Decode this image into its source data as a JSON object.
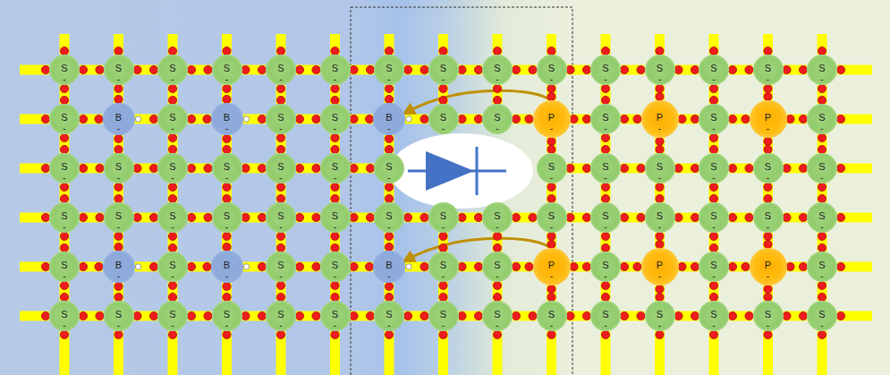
{
  "diagram": {
    "nodes": [
      {
        "text": [
          "S"
        ]
      },
      {
        "text": [
          "S"
        ]
      },
      {
        "text": [
          "S"
        ]
      },
      {
        "text": [
          "S"
        ]
      },
      {
        "text": [
          "S"
        ]
      },
      {
        "text": [
          "S"
        ]
      },
      {
        "text": [
          "S"
        ]
      },
      {
        "text": [
          "S"
        ]
      },
      {
        "text": [
          "S"
        ]
      },
      {
        "text": [
          "S"
        ]
      },
      {
        "text": [
          "S"
        ]
      },
      {
        "text": [
          "S"
        ]
      },
      {
        "text": [
          "S"
        ]
      },
      {
        "text": [
          "S"
        ]
      },
      {
        "text": [
          "S"
        ]
      },
      {
        "text": [
          "S"
        ]
      },
      {
        "text": [
          "B"
        ]
      },
      {
        "text": [
          "S"
        ]
      },
      {
        "text": [
          "B"
        ]
      },
      {
        "text": [
          "S"
        ]
      },
      {
        "text": [
          "S"
        ]
      },
      {
        "text": [
          "B"
        ]
      },
      {
        "text": [
          "S"
        ]
      },
      {
        "text": [
          "S"
        ]
      },
      {
        "text": [
          "P"
        ]
      },
      {
        "text": [
          "S"
        ]
      },
      {
        "text": [
          "P"
        ]
      },
      {
        "text": [
          "S"
        ]
      },
      {
        "text": [
          "P"
        ]
      },
      {
        "text": [
          "S"
        ]
      },
      {
        "text": [
          "S"
        ]
      },
      {
        "text": [
          "S"
        ]
      },
      {
        "text": [
          "S"
        ]
      },
      {
        "text": [
          "S"
        ]
      },
      {
        "text": [
          "S"
        ]
      },
      {
        "text": [
          "S"
        ]
      },
      {
        "text": [
          "S"
        ]
      },
      {
        "text": [
          "S"
        ]
      },
      {
        "text": [
          "S"
        ]
      },
      {
        "text": [
          "S"
        ]
      },
      {
        "text": [
          "S"
        ]
      },
      {
        "text": [
          "S"
        ]
      },
      {
        "text": [
          "S"
        ]
      },
      {
        "text": [
          "S"
        ]
      },
      {
        "text": [
          "S"
        ]
      },
      {
        "text": [
          "S"
        ]
      },
      {
        "text": [
          "S"
        ]
      },
      {
        "text": [
          "S"
        ]
      },
      {
        "text": [
          "S"
        ]
      },
      {
        "text": [
          "S"
        ]
      },
      {
        "text": [
          "S"
        ]
      },
      {
        "text": [
          "S"
        ]
      },
      {
        "text": [
          "S"
        ]
      },
      {
        "text": [
          "S"
        ]
      },
      {
        "text": [
          "S"
        ]
      },
      {
        "text": [
          "S"
        ]
      },
      {
        "text": [
          "S"
        ]
      },
      {
        "text": [
          "S"
        ]
      },
      {
        "text": [
          "S"
        ]
      },
      {
        "text": [
          "B"
        ]
      },
      {
        "text": [
          "S"
        ]
      },
      {
        "text": [
          "B"
        ]
      },
      {
        "text": [
          "S"
        ]
      },
      {
        "text": [
          "S"
        ]
      },
      {
        "text": [
          "B"
        ]
      },
      {
        "text": [
          "S"
        ]
      },
      {
        "text": [
          "S"
        ]
      },
      {
        "text": [
          "P"
        ]
      },
      {
        "text": [
          "S"
        ]
      },
      {
        "text": [
          "P"
        ]
      },
      {
        "text": [
          "S"
        ]
      },
      {
        "text": [
          "P"
        ]
      },
      {
        "text": [
          "S"
        ]
      },
      {
        "text": [
          "S"
        ]
      },
      {
        "text": [
          "S"
        ]
      },
      {
        "text": [
          "S"
        ]
      },
      {
        "text": [
          "S"
        ]
      },
      {
        "text": [
          "S"
        ]
      },
      {
        "text": [
          "S"
        ]
      },
      {
        "text": [
          "S"
        ]
      },
      {
        "text": [
          "S"
        ]
      },
      {
        "text": [
          "S"
        ]
      },
      {
        "text": [
          "S"
        ]
      },
      {
        "text": [
          "S"
        ]
      },
      {
        "text": [
          "S"
        ]
      },
      {
        "text": [
          "S"
        ]
      },
      {
        "text": [
          "S"
        ]
      },
      {
        "text": [
          "S"
        ]
      }
    ],
    "edges": [
      {
        "from": 0,
        "to": 1,
        "arrow": "none"
      },
      {
        "from": 1,
        "to": 2,
        "arrow": "none"
      },
      {
        "from": 2,
        "to": 3,
        "arrow": "none"
      },
      {
        "from": 3,
        "to": 4,
        "arrow": "none"
      },
      {
        "from": 4,
        "to": 5,
        "arrow": "none"
      },
      {
        "from": 5,
        "to": 6,
        "arrow": "none"
      },
      {
        "from": 6,
        "to": 7,
        "arrow": "none"
      },
      {
        "from": 7,
        "to": 8,
        "arrow": "none"
      },
      {
        "from": 8,
        "to": 9,
        "arrow": "none"
      },
      {
        "from": 9,
        "to": 10,
        "arrow": "none"
      },
      {
        "from": 10,
        "to": 11,
        "arrow": "none"
      },
      {
        "from": 11,
        "to": 12,
        "arrow": "none"
      },
      {
        "from": 12,
        "to": 13,
        "arrow": "none"
      },
      {
        "from": 13,
        "to": 14,
        "arrow": "none"
      },
      {
        "from": 15,
        "to": 16,
        "arrow": "none"
      },
      {
        "from": 16,
        "to": 17,
        "arrow": "none"
      },
      {
        "from": 17,
        "to": 18,
        "arrow": "none"
      },
      {
        "from": 18,
        "to": 19,
        "arrow": "none"
      },
      {
        "from": 19,
        "to": 20,
        "arrow": "none"
      },
      {
        "from": 20,
        "to": 21,
        "arrow": "none"
      },
      {
        "from": 21,
        "to": 22,
        "arrow": "none"
      },
      {
        "from": 22,
        "to": 23,
        "arrow": "none"
      },
      {
        "from": 23,
        "to": 24,
        "arrow": "none"
      },
      {
        "from": 24,
        "to": 25,
        "arrow": "none"
      },
      {
        "from": 25,
        "to": 26,
        "arrow": "none"
      },
      {
        "from": 26,
        "to": 27,
        "arrow": "none"
      },
      {
        "from": 27,
        "to": 28,
        "arrow": "none"
      },
      {
        "from": 28,
        "to": 29,
        "arrow": "none"
      },
      {
        "from": 30,
        "to": 31,
        "arrow": "none"
      },
      {
        "from": 31,
        "to": 32,
        "arrow": "none"
      },
      {
        "from": 32,
        "to": 33,
        "arrow": "none"
      },
      {
        "from": 33,
        "to": 34,
        "arrow": "none"
      },
      {
        "from": 34,
        "to": 35,
        "arrow": "none"
      },
      {
        "from": 35,
        "to": 36,
        "arrow": "none"
      },
      {
        "from": 37,
        "to": 38,
        "arrow": "none"
      },
      {
        "from": 38,
        "to": 39,
        "arrow": "none"
      },
      {
        "from": 39,
        "to": 40,
        "arrow": "none"
      },
      {
        "from": 40,
        "to": 41,
        "arrow": "none"
      },
      {
        "from": 41,
        "to": 42,
        "arrow": "none"
      },
      {
        "from": 43,
        "to": 44,
        "arrow": "none"
      },
      {
        "from": 44,
        "to": 45,
        "arrow": "none"
      },
      {
        "from": 45,
        "to": 46,
        "arrow": "none"
      },
      {
        "from": 46,
        "to": 47,
        "arrow": "none"
      },
      {
        "from": 47,
        "to": 48,
        "arrow": "none"
      },
      {
        "from": 48,
        "to": 49,
        "arrow": "none"
      },
      {
        "from": 49,
        "to": 50,
        "arrow": "none"
      },
      {
        "from": 50,
        "to": 51,
        "arrow": "none"
      },
      {
        "from": 51,
        "to": 52,
        "arrow": "none"
      },
      {
        "from": 52,
        "to": 53,
        "arrow": "none"
      },
      {
        "from": 53,
        "to": 54,
        "arrow": "none"
      },
      {
        "from": 54,
        "to": 55,
        "arrow": "none"
      },
      {
        "from": 55,
        "to": 56,
        "arrow": "none"
      },
      {
        "from": 56,
        "to": 57,
        "arrow": "none"
      },
      {
        "from": 58,
        "to": 59,
        "arrow": "none"
      },
      {
        "from": 59,
        "to": 60,
        "arrow": "none"
      },
      {
        "from": 60,
        "to": 61,
        "arrow": "none"
      },
      {
        "from": 61,
        "to": 62,
        "arrow": "none"
      },
      {
        "from": 62,
        "to": 63,
        "arrow": "none"
      },
      {
        "from": 63,
        "to": 64,
        "arrow": "none"
      },
      {
        "from": 64,
        "to": 65,
        "arrow": "none"
      },
      {
        "from": 65,
        "to": 66,
        "arrow": "none"
      },
      {
        "from": 66,
        "to": 67,
        "arrow": "none"
      },
      {
        "from": 67,
        "to": 68,
        "arrow": "none"
      },
      {
        "from": 68,
        "to": 69,
        "arrow": "none"
      },
      {
        "from": 69,
        "to": 70,
        "arrow": "none"
      },
      {
        "from": 70,
        "to": 71,
        "arrow": "none"
      },
      {
        "from": 71,
        "to": 72,
        "arrow": "none"
      },
      {
        "from": 73,
        "to": 74,
        "arrow": "none"
      },
      {
        "from": 74,
        "to": 75,
        "arrow": "none"
      },
      {
        "from": 75,
        "to": 76,
        "arrow": "none"
      },
      {
        "from": 76,
        "to": 77,
        "arrow": "none"
      },
      {
        "from": 77,
        "to": 78,
        "arrow": "none"
      },
      {
        "from": 78,
        "to": 79,
        "arrow": "none"
      },
      {
        "from": 79,
        "to": 80,
        "arrow": "none"
      },
      {
        "from": 80,
        "to": 81,
        "arrow": "none"
      },
      {
        "from": 81,
        "to": 82,
        "arrow": "none"
      },
      {
        "from": 82,
        "to": 83,
        "arrow": "none"
      },
      {
        "from": 83,
        "to": 84,
        "arrow": "none"
      },
      {
        "from": 84,
        "to": 85,
        "arrow": "none"
      },
      {
        "from": 85,
        "to": 86,
        "arrow": "none"
      },
      {
        "from": 86,
        "to": 87,
        "arrow": "none"
      },
      {
        "from": 0,
        "to": 15,
        "arrow": "none"
      },
      {
        "from": 1,
        "to": 16,
        "arrow": "none"
      },
      {
        "from": 2,
        "to": 17,
        "arrow": "none"
      },
      {
        "from": 3,
        "to": 18,
        "arrow": "none"
      },
      {
        "from": 4,
        "to": 19,
        "arrow": "none"
      },
      {
        "from": 5,
        "to": 20,
        "arrow": "none"
      },
      {
        "from": 6,
        "to": 21,
        "arrow": "none"
      },
      {
        "from": 7,
        "to": 22,
        "arrow": "none"
      },
      {
        "from": 8,
        "to": 23,
        "arrow": "none"
      },
      {
        "from": 9,
        "to": 24,
        "arrow": "none"
      },
      {
        "from": 10,
        "to": 25,
        "arrow": "none"
      },
      {
        "from": 11,
        "to": 26,
        "arrow": "none"
      },
      {
        "from": 12,
        "to": 27,
        "arrow": "none"
      },
      {
        "from": 13,
        "to": 28,
        "arrow": "none"
      },
      {
        "from": 14,
        "to": 29,
        "arrow": "none"
      },
      {
        "from": 15,
        "to": 30,
        "arrow": "none"
      },
      {
        "from": 16,
        "to": 31,
        "arrow": "none"
      },
      {
        "from": 17,
        "to": 32,
        "arrow": "none"
      },
      {
        "from": 18,
        "to": 33,
        "arrow": "none"
      },
      {
        "from": 19,
        "to": 34,
        "arrow": "none"
      },
      {
        "from": 20,
        "to": 35,
        "arrow": "none"
      },
      {
        "from": 21,
        "to": 36,
        "arrow": "none"
      },
      {
        "from": 24,
        "to": 37,
        "arrow": "none"
      },
      {
        "from": 25,
        "to": 38,
        "arrow": "none"
      },
      {
        "from": 26,
        "to": 39,
        "arrow": "none"
      },
      {
        "from": 27,
        "to": 40,
        "arrow": "none"
      },
      {
        "from": 28,
        "to": 41,
        "arrow": "none"
      },
      {
        "from": 29,
        "to": 42,
        "arrow": "none"
      },
      {
        "from": 30,
        "to": 43,
        "arrow": "none"
      },
      {
        "from": 31,
        "to": 44,
        "arrow": "none"
      },
      {
        "from": 32,
        "to": 45,
        "arrow": "none"
      },
      {
        "from": 33,
        "to": 46,
        "arrow": "none"
      },
      {
        "from": 34,
        "to": 47,
        "arrow": "none"
      },
      {
        "from": 35,
        "to": 48,
        "arrow": "none"
      },
      {
        "from": 36,
        "to": 49,
        "arrow": "none"
      },
      {
        "from": 37,
        "to": 52,
        "arrow": "none"
      },
      {
        "from": 38,
        "to": 53,
        "arrow": "none"
      },
      {
        "from": 39,
        "to": 54,
        "arrow": "none"
      },
      {
        "from": 40,
        "to": 55,
        "arrow": "none"
      },
      {
        "from": 41,
        "to": 56,
        "arrow": "none"
      },
      {
        "from": 42,
        "to": 57,
        "arrow": "none"
      },
      {
        "from": 43,
        "to": 58,
        "arrow": "none"
      },
      {
        "from": 44,
        "to": 59,
        "arrow": "none"
      },
      {
        "from": 45,
        "to": 60,
        "arrow": "none"
      },
      {
        "from": 46,
        "to": 61,
        "arrow": "none"
      },
      {
        "from": 47,
        "to": 62,
        "arrow": "none"
      },
      {
        "from": 48,
        "to": 63,
        "arrow": "none"
      },
      {
        "from": 49,
        "to": 64,
        "arrow": "none"
      },
      {
        "from": 50,
        "to": 65,
        "arrow": "none"
      },
      {
        "from": 51,
        "to": 66,
        "arrow": "none"
      },
      {
        "from": 52,
        "to": 67,
        "arrow": "none"
      },
      {
        "from": 53,
        "to": 68,
        "arrow": "none"
      },
      {
        "from": 54,
        "to": 69,
        "arrow": "none"
      },
      {
        "from": 55,
        "to": 70,
        "arrow": "none"
      },
      {
        "from": 56,
        "to": 71,
        "arrow": "none"
      },
      {
        "from": 57,
        "to": 72,
        "arrow": "none"
      },
      {
        "from": 58,
        "to": 73,
        "arrow": "none"
      },
      {
        "from": 59,
        "to": 74,
        "arrow": "none"
      },
      {
        "from": 60,
        "to": 75,
        "arrow": "none"
      },
      {
        "from": 61,
        "to": 76,
        "arrow": "none"
      },
      {
        "from": 62,
        "to": 77,
        "arrow": "none"
      },
      {
        "from": 63,
        "to": 78,
        "arrow": "none"
      },
      {
        "from": 64,
        "to": 79,
        "arrow": "none"
      },
      {
        "from": 65,
        "to": 80,
        "arrow": "none"
      },
      {
        "from": 66,
        "to": 81,
        "arrow": "none"
      },
      {
        "from": 67,
        "to": 82,
        "arrow": "none"
      },
      {
        "from": 68,
        "to": 83,
        "arrow": "none"
      },
      {
        "from": 69,
        "to": 84,
        "arrow": "none"
      },
      {
        "from": 70,
        "to": 85,
        "arrow": "none"
      },
      {
        "from": 71,
        "to": 86,
        "arrow": "none"
      },
      {
        "from": 72,
        "to": 87,
        "arrow": "none"
      },
      {
        "from": 24,
        "to": 21,
        "arrow": "to"
      },
      {
        "from": 67,
        "to": 64,
        "arrow": "to"
      }
    ],
    "labels": [
      "-",
      "-",
      "-",
      "-",
      "-",
      "-",
      "-",
      "-",
      "-",
      "-",
      "-",
      "-",
      "-",
      "-",
      "-",
      "-",
      "-",
      "-",
      "-",
      "-",
      "-",
      "-",
      "-",
      "-",
      "-",
      "-",
      "-",
      "-",
      "-",
      "-",
      "-",
      "-",
      "-",
      "-",
      "-",
      "-",
      "-",
      "-",
      "-",
      "-",
      "-",
      "-",
      "-",
      "-",
      "-",
      "-",
      "-",
      "-",
      "-",
      "-",
      "-",
      "-",
      "-",
      "-",
      "-",
      "-",
      "-",
      "-",
      "-",
      "-",
      "-",
      "-",
      "-",
      "-",
      "-",
      "-",
      "-",
      "-",
      "-",
      "-",
      "-",
      "-",
      "-",
      "-",
      "-",
      "-",
      "-",
      "-",
      "-",
      "-",
      "-",
      "-",
      "-",
      "-",
      "-",
      "-",
      "-",
      "-"
    ]
  }
}
